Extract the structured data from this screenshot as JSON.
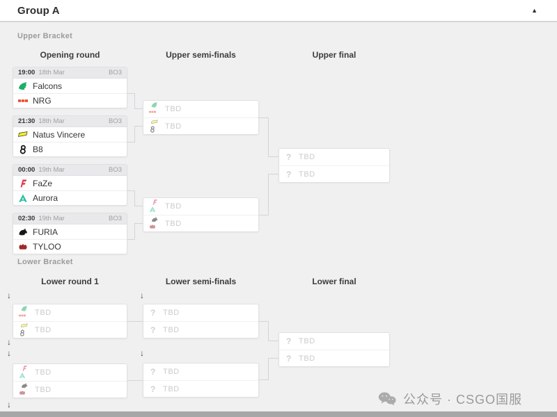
{
  "header": {
    "title": "Group A"
  },
  "icons": {
    "collapse": "▲",
    "arrow_down": "↓",
    "question": "?",
    "wechat": "wechat-icon"
  },
  "sections": {
    "upper": {
      "label": "Upper Bracket",
      "columns": [
        "Opening round",
        "Upper semi-finals",
        "Upper final"
      ],
      "matches": [
        {
          "time": "19:00",
          "date": "18th Mar",
          "format": "BO3",
          "teams": [
            {
              "name": "Falcons",
              "logo": "falcons-logo",
              "color": "#1fae6a"
            },
            {
              "name": "NRG",
              "logo": "nrg-logo",
              "color": "#e8442c"
            }
          ]
        },
        {
          "time": "21:30",
          "date": "18th Mar",
          "format": "BO3",
          "teams": [
            {
              "name": "Natus Vincere",
              "logo": "navi-logo",
              "color": "#f7ee23"
            },
            {
              "name": "B8",
              "logo": "b8-logo",
              "color": "#151515"
            }
          ]
        },
        {
          "time": "00:00",
          "date": "19th Mar",
          "format": "BO3",
          "teams": [
            {
              "name": "FaZe",
              "logo": "faze-logo",
              "color": "#e03a4e"
            },
            {
              "name": "Aurora",
              "logo": "aurora-logo",
              "color": "#2bbfa4"
            }
          ]
        },
        {
          "time": "02:30",
          "date": "19th Mar",
          "format": "BO3",
          "teams": [
            {
              "name": "FURIA",
              "logo": "furia-logo",
              "color": "#181818"
            },
            {
              "name": "TYLOO",
              "logo": "tyloo-logo",
              "color": "#9e2b26"
            }
          ]
        }
      ],
      "semifinals": [
        {
          "slots": [
            {
              "label": "TBD",
              "from": [
                "falcons-logo",
                "nrg-logo"
              ]
            },
            {
              "label": "TBD",
              "from": [
                "navi-logo",
                "b8-logo"
              ]
            }
          ]
        },
        {
          "slots": [
            {
              "label": "TBD",
              "from": [
                "faze-logo",
                "aurora-logo"
              ]
            },
            {
              "label": "TBD",
              "from": [
                "furia-logo",
                "tyloo-logo"
              ]
            }
          ]
        }
      ],
      "final": {
        "slots": [
          {
            "label": "TBD"
          },
          {
            "label": "TBD"
          }
        ]
      }
    },
    "lower": {
      "label": "Lower Bracket",
      "columns": [
        "Lower round 1",
        "Lower semi-finals",
        "Lower final"
      ],
      "round1": [
        {
          "slots": [
            {
              "label": "TBD",
              "from": [
                "falcons-logo",
                "nrg-logo"
              ]
            },
            {
              "label": "TBD",
              "from": [
                "navi-logo",
                "b8-logo"
              ]
            }
          ]
        },
        {
          "slots": [
            {
              "label": "TBD",
              "from": [
                "faze-logo",
                "aurora-logo"
              ]
            },
            {
              "label": "TBD",
              "from": [
                "furia-logo",
                "tyloo-logo"
              ]
            }
          ]
        }
      ],
      "semifinals": [
        {
          "slots": [
            {
              "label": "TBD"
            },
            {
              "label": "TBD"
            }
          ]
        },
        {
          "slots": [
            {
              "label": "TBD"
            },
            {
              "label": "TBD"
            }
          ]
        }
      ],
      "final": {
        "slots": [
          {
            "label": "TBD"
          },
          {
            "label": "TBD"
          }
        ]
      }
    }
  },
  "watermark": {
    "text": "公众号 · CSGO国服"
  },
  "colors": {
    "page_bg": "#f0f0f1",
    "card_border": "#e0e0e3",
    "connector": "#d4d4d8",
    "tbd_text": "#cbcbcb"
  }
}
